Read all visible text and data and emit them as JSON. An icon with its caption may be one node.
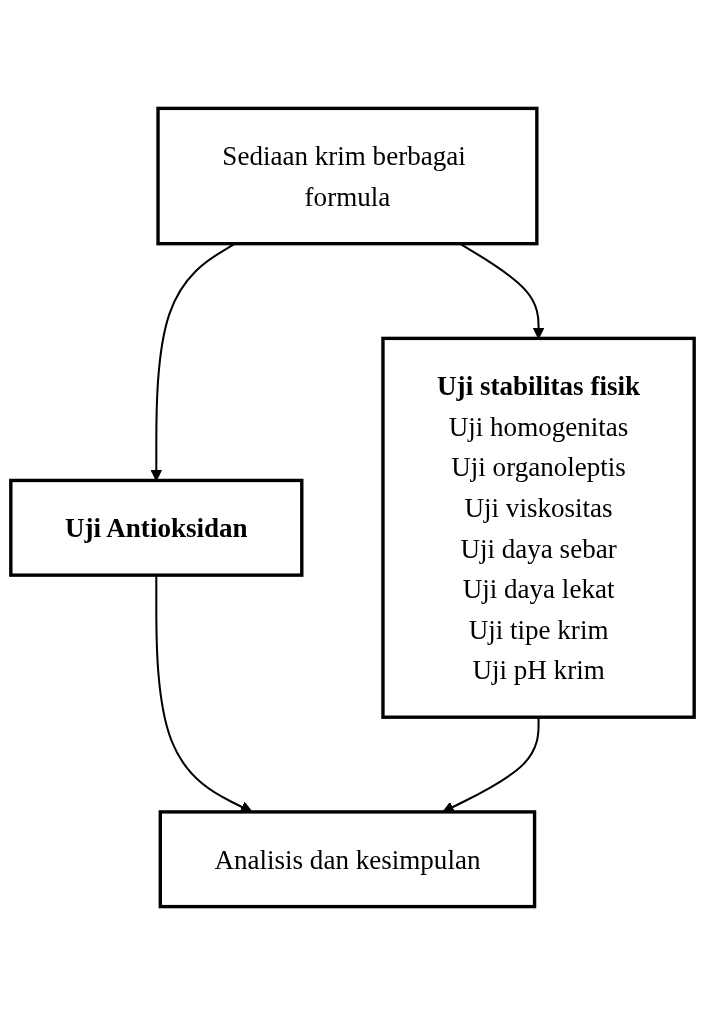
{
  "diagram": {
    "nodes": [
      {
        "text": [
          "Sediaan krim berbagai formula"
        ]
      },
      {
        "text": [
          "Uji Antioksidan"
        ]
      },
      {
        "text": [
          "Uji stabilitas fisik",
          "Uji homogenitas",
          "Uji organoleptis",
          "Uji viskositas",
          "Uji daya sebar",
          "Uji daya lekat",
          "Uji tipe krim",
          "Uji pH krim"
        ]
      },
      {
        "text": [
          "Analisis dan kesimpulan"
        ]
      }
    ],
    "edges": [
      {
        "from": 0,
        "to": 1,
        "arrow": "to"
      },
      {
        "from": 0,
        "to": 2,
        "arrow": "to"
      },
      {
        "from": 1,
        "to": 3,
        "arrow": "to"
      },
      {
        "from": 2,
        "to": 3,
        "arrow": "to"
      }
    ]
  }
}
